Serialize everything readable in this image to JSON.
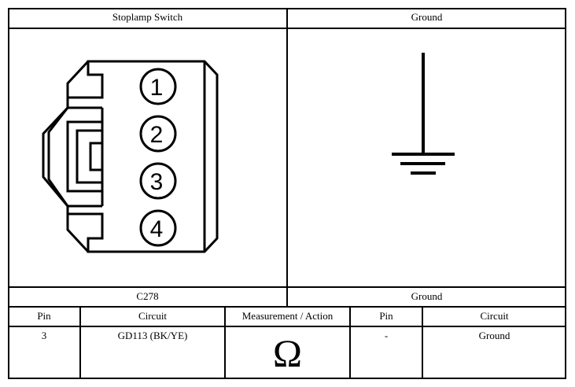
{
  "top_headers": {
    "left": "Stoplamp Switch",
    "right": "Ground"
  },
  "bottom_labels": {
    "left": "C278",
    "right": "Ground"
  },
  "connector_pins": [
    "1",
    "2",
    "3",
    "4"
  ],
  "table": {
    "headers": [
      "Pin",
      "Circuit",
      "Measurement / Action",
      "Pin",
      "Circuit"
    ],
    "row": {
      "pin_a": "3",
      "circuit_a": "GD113 (BK/YE)",
      "measurement_symbol": "Ω",
      "pin_b": "-",
      "circuit_b": "Ground"
    }
  }
}
